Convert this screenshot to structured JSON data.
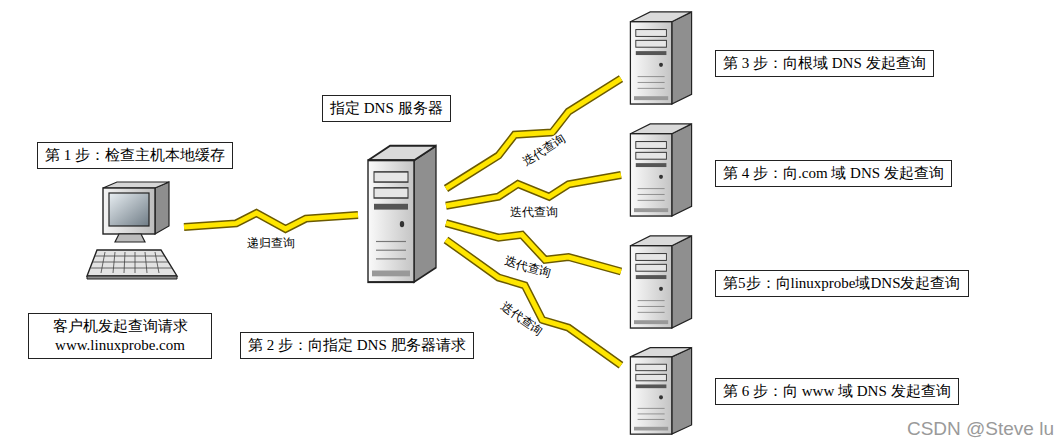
{
  "diagram": {
    "nodes": [
      {
        "text": [
          "第 1 步：检查主机本地缓存",
          "客户机发起查询请求 www.linuxprobe.com"
        ]
      },
      {
        "text": [
          "指定 DNS 服务器",
          "第 2 步：向指定 DNS 肥务器请求"
        ]
      },
      {
        "text": [
          "第 3 步：向根域 DNS 发起查询"
        ]
      },
      {
        "text": [
          "第 4 步：向.com 域 DNS 发起查询"
        ]
      },
      {
        "text": [
          "第5步：向linuxprobe域DNS发起查询"
        ]
      },
      {
        "text": [
          "第 6 步：向 www 域 DNS 发起查询"
        ]
      }
    ],
    "edges": [
      {
        "from": 0,
        "to": 1,
        "label": "递归查询",
        "arrow": "none"
      },
      {
        "from": 1,
        "to": 2,
        "label": "迭代查询",
        "arrow": "none"
      },
      {
        "from": 1,
        "to": 3,
        "label": "迭代查询",
        "arrow": "none"
      },
      {
        "from": 1,
        "to": 4,
        "label": "迭代查询",
        "arrow": "none"
      },
      {
        "from": 1,
        "to": 5,
        "label": "迭代查询",
        "arrow": "none"
      }
    ],
    "labels": [
      "CSDN @Steve lu"
    ]
  }
}
